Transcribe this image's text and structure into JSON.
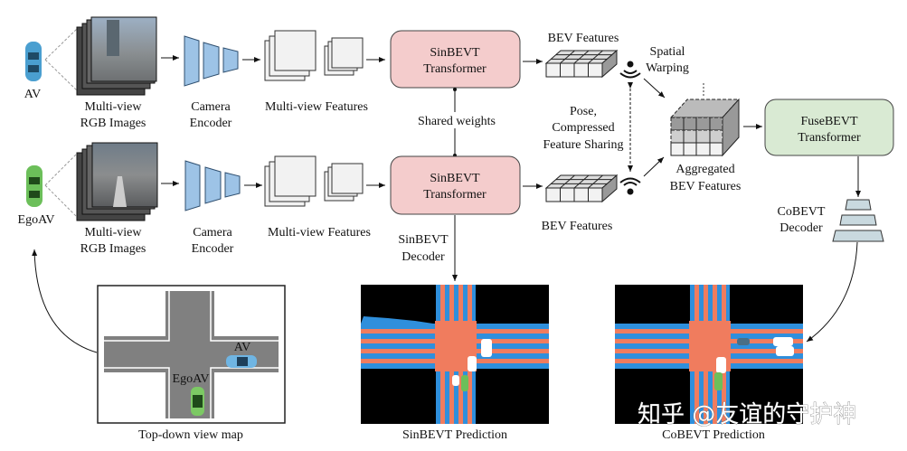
{
  "labels": {
    "av": "AV",
    "ego_av": "EgoAV",
    "rgb_images": [
      "Multi-view",
      "RGB Images"
    ],
    "camera_encoder": [
      "Camera",
      "Encoder"
    ],
    "multiview_features": "Multi-view Features",
    "sinbevt_transformer": [
      "SinBEVT",
      "Transformer"
    ],
    "shared_weights": "Shared weights",
    "bev_features": "BEV Features",
    "spatial_warping": [
      "Spatial",
      "Warping"
    ],
    "feature_sharing": [
      "Pose,",
      "Compressed",
      "Feature Sharing"
    ],
    "aggregated": [
      "Aggregated",
      "BEV Features"
    ],
    "fusebevt_transformer": [
      "FuseBEVT",
      "Transformer"
    ],
    "cobevt_decoder": [
      "CoBEVT",
      "Decoder"
    ],
    "sinbevt_decoder": [
      "SinBEVT",
      "Decoder"
    ],
    "topdown_caption": "Top-down view map",
    "map_av": "AV",
    "map_ego_av": "EgoAV",
    "sinbevt_prediction": "SinBEVT Prediction",
    "cobevt_prediction": "CoBEVT Prediction",
    "watermark": "知乎 @友谊的守护神"
  },
  "colors": {
    "sinbevt_box": "#f4cccc",
    "fusebevt_box": "#d9ead3",
    "encoder": "#9dc3e6",
    "decoder": "#c9d9df",
    "av_car": "#4a9fd0",
    "ego_car": "#6cbf5a",
    "road_orange": "#f07c5e",
    "road_blue": "#2f8fdc"
  },
  "icons": [
    "car-icon",
    "wifi-signal-icon",
    "arrow-icon"
  ]
}
